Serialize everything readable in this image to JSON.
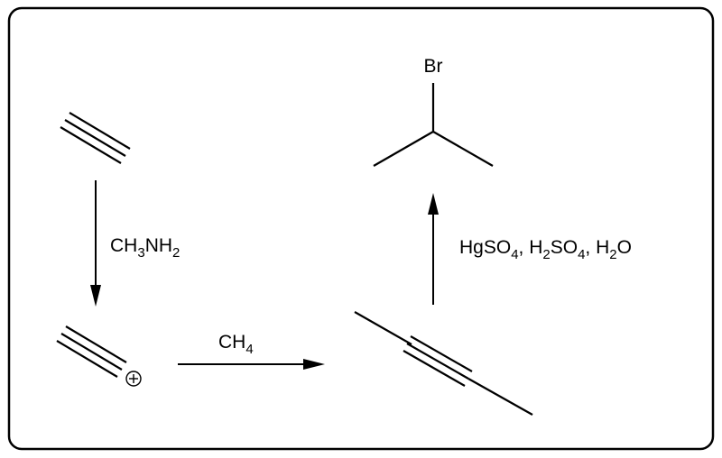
{
  "scheme": {
    "step1_reagent": {
      "base": "CH",
      "s1": "3",
      "mid": "NH",
      "s2": "2"
    },
    "step2_reagent": {
      "base": "CH",
      "s1": "4"
    },
    "step3_reagent": {
      "p1": "HgSO",
      "s1": "4",
      "p2": ", H",
      "s2": "2",
      "p3": "SO",
      "s3": "4",
      "p4": ", H",
      "s4": "2",
      "p5": "O"
    },
    "product_atom": "Br",
    "charge_symbol": "+"
  }
}
